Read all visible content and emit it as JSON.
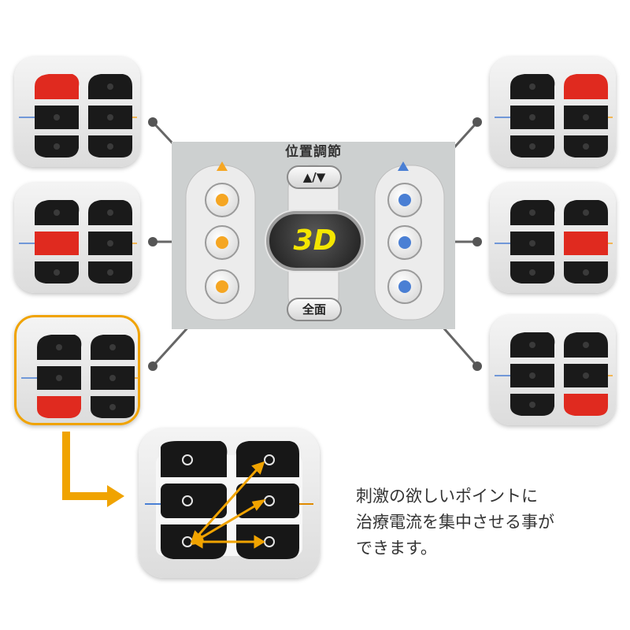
{
  "remote": {
    "title": "位置調節",
    "position_button_label": "▲/▼",
    "mode_display": "3D",
    "all_button_label": "全面"
  },
  "caption": "刺激の欲しいポイントに\n治療電流を集中させる事が\nできます。",
  "colors": {
    "active_pad": "#e02a1f",
    "inactive_pad": "#1a1a1a",
    "left_indicator": "#f5a623",
    "right_indicator": "#4a7fd4",
    "selection_frame": "#f0a300"
  },
  "pad_diagrams": [
    {
      "active": "left-top"
    },
    {
      "active": "left-middle"
    },
    {
      "active": "left-bottom",
      "selected": true
    },
    {
      "active": "right-top"
    },
    {
      "active": "right-middle"
    },
    {
      "active": "right-bottom"
    }
  ]
}
